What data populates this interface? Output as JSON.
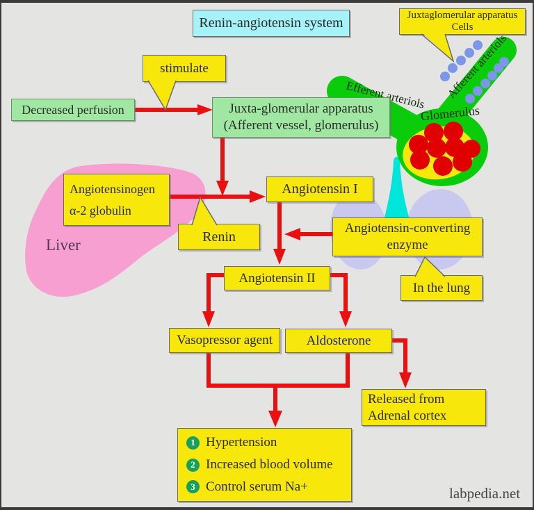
{
  "title": "Renin-angiotensin system",
  "watermark": "labpedia.net",
  "callouts": {
    "jga_cells": {
      "line1": "Juxtaglomerular apparatus",
      "line2": "Cells"
    },
    "stimulate": "stimulate",
    "renin": "Renin",
    "in_the_lung": "In the lung"
  },
  "boxes": {
    "decreased_perfusion": "Decreased perfusion",
    "jga": {
      "line1": "Juxta-glomerular apparatus",
      "line2": "(Afferent vessel, glomerulus)"
    },
    "angiotensinogen": {
      "line1": "Angiotensinogen",
      "line2": "α-2 globulin"
    },
    "angiotensin_1": "Angiotensin I",
    "ace": {
      "line1": "Angiotensin-converting",
      "line2": "enzyme"
    },
    "angiotensin_2": "Angiotensin II",
    "vasopressor": "Vasopressor agent",
    "aldosterone": "Aldosterone",
    "released": {
      "line1": "Released from",
      "line2": "Adrenal cortex"
    }
  },
  "illustration_labels": {
    "liver": "Liver",
    "efferent_arteriole": "Efferent arteriols",
    "afferent_arteriole": "Afferent arteriols",
    "glomerulus": "Glomerulus"
  },
  "outcomes": [
    {
      "num": "1",
      "label": "Hypertension"
    },
    {
      "num": "2",
      "label": "Increased blood volume"
    },
    {
      "num": "3",
      "label": "Control serum Na+"
    }
  ],
  "colors": {
    "background": "#E4E4E3",
    "box_yellow": "#F7E70A",
    "box_green": "#A0E8A2",
    "box_cyan": "#A5F2F8",
    "arrow_red": "#E81010",
    "liver_pink": "#F89FD2",
    "lung_lavender": "#C9C9F0",
    "trachea_cyan": "#00E6DC",
    "glomerulus_green": "#0ACC0A",
    "capillary_red": "#E00000",
    "cell_blue": "#7C96E8",
    "bullet_green": "#17A05C",
    "aldosterone_text": "#22228e"
  }
}
